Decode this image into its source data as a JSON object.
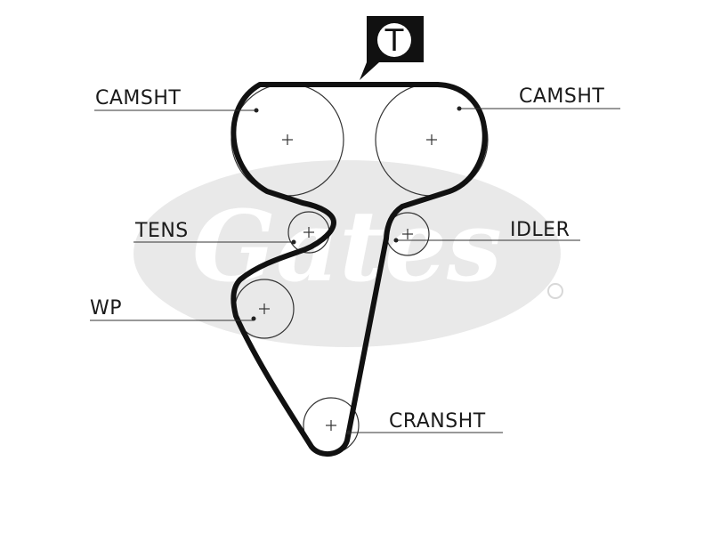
{
  "labels": {
    "camshaft_left": "CAMSHT",
    "camshaft_right": "CAMSHT",
    "tensioner": "TENS",
    "idler": "IDLER",
    "water_pump": "WP",
    "crankshaft": "CRANSHT",
    "timing_mark": "T"
  },
  "watermark": {
    "brand": "Gates",
    "color": "#e6e6e6"
  },
  "colors": {
    "belt": "#111111",
    "pulley_outline": "#333333",
    "text": "#1a1a1a"
  }
}
